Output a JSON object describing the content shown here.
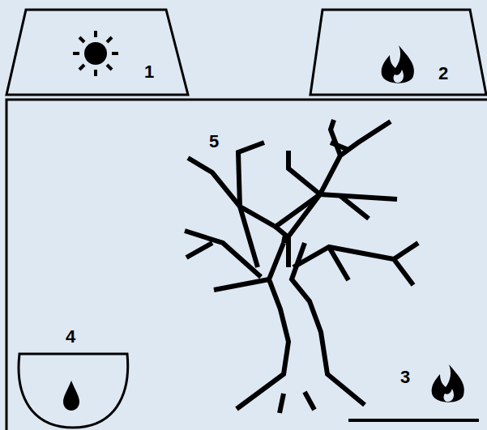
{
  "diagram": {
    "nodes": [
      {
        "text": [
          "1"
        ]
      },
      {
        "text": [
          "2"
        ]
      }
    ],
    "labels": [
      "5",
      "4",
      "3"
    ]
  }
}
